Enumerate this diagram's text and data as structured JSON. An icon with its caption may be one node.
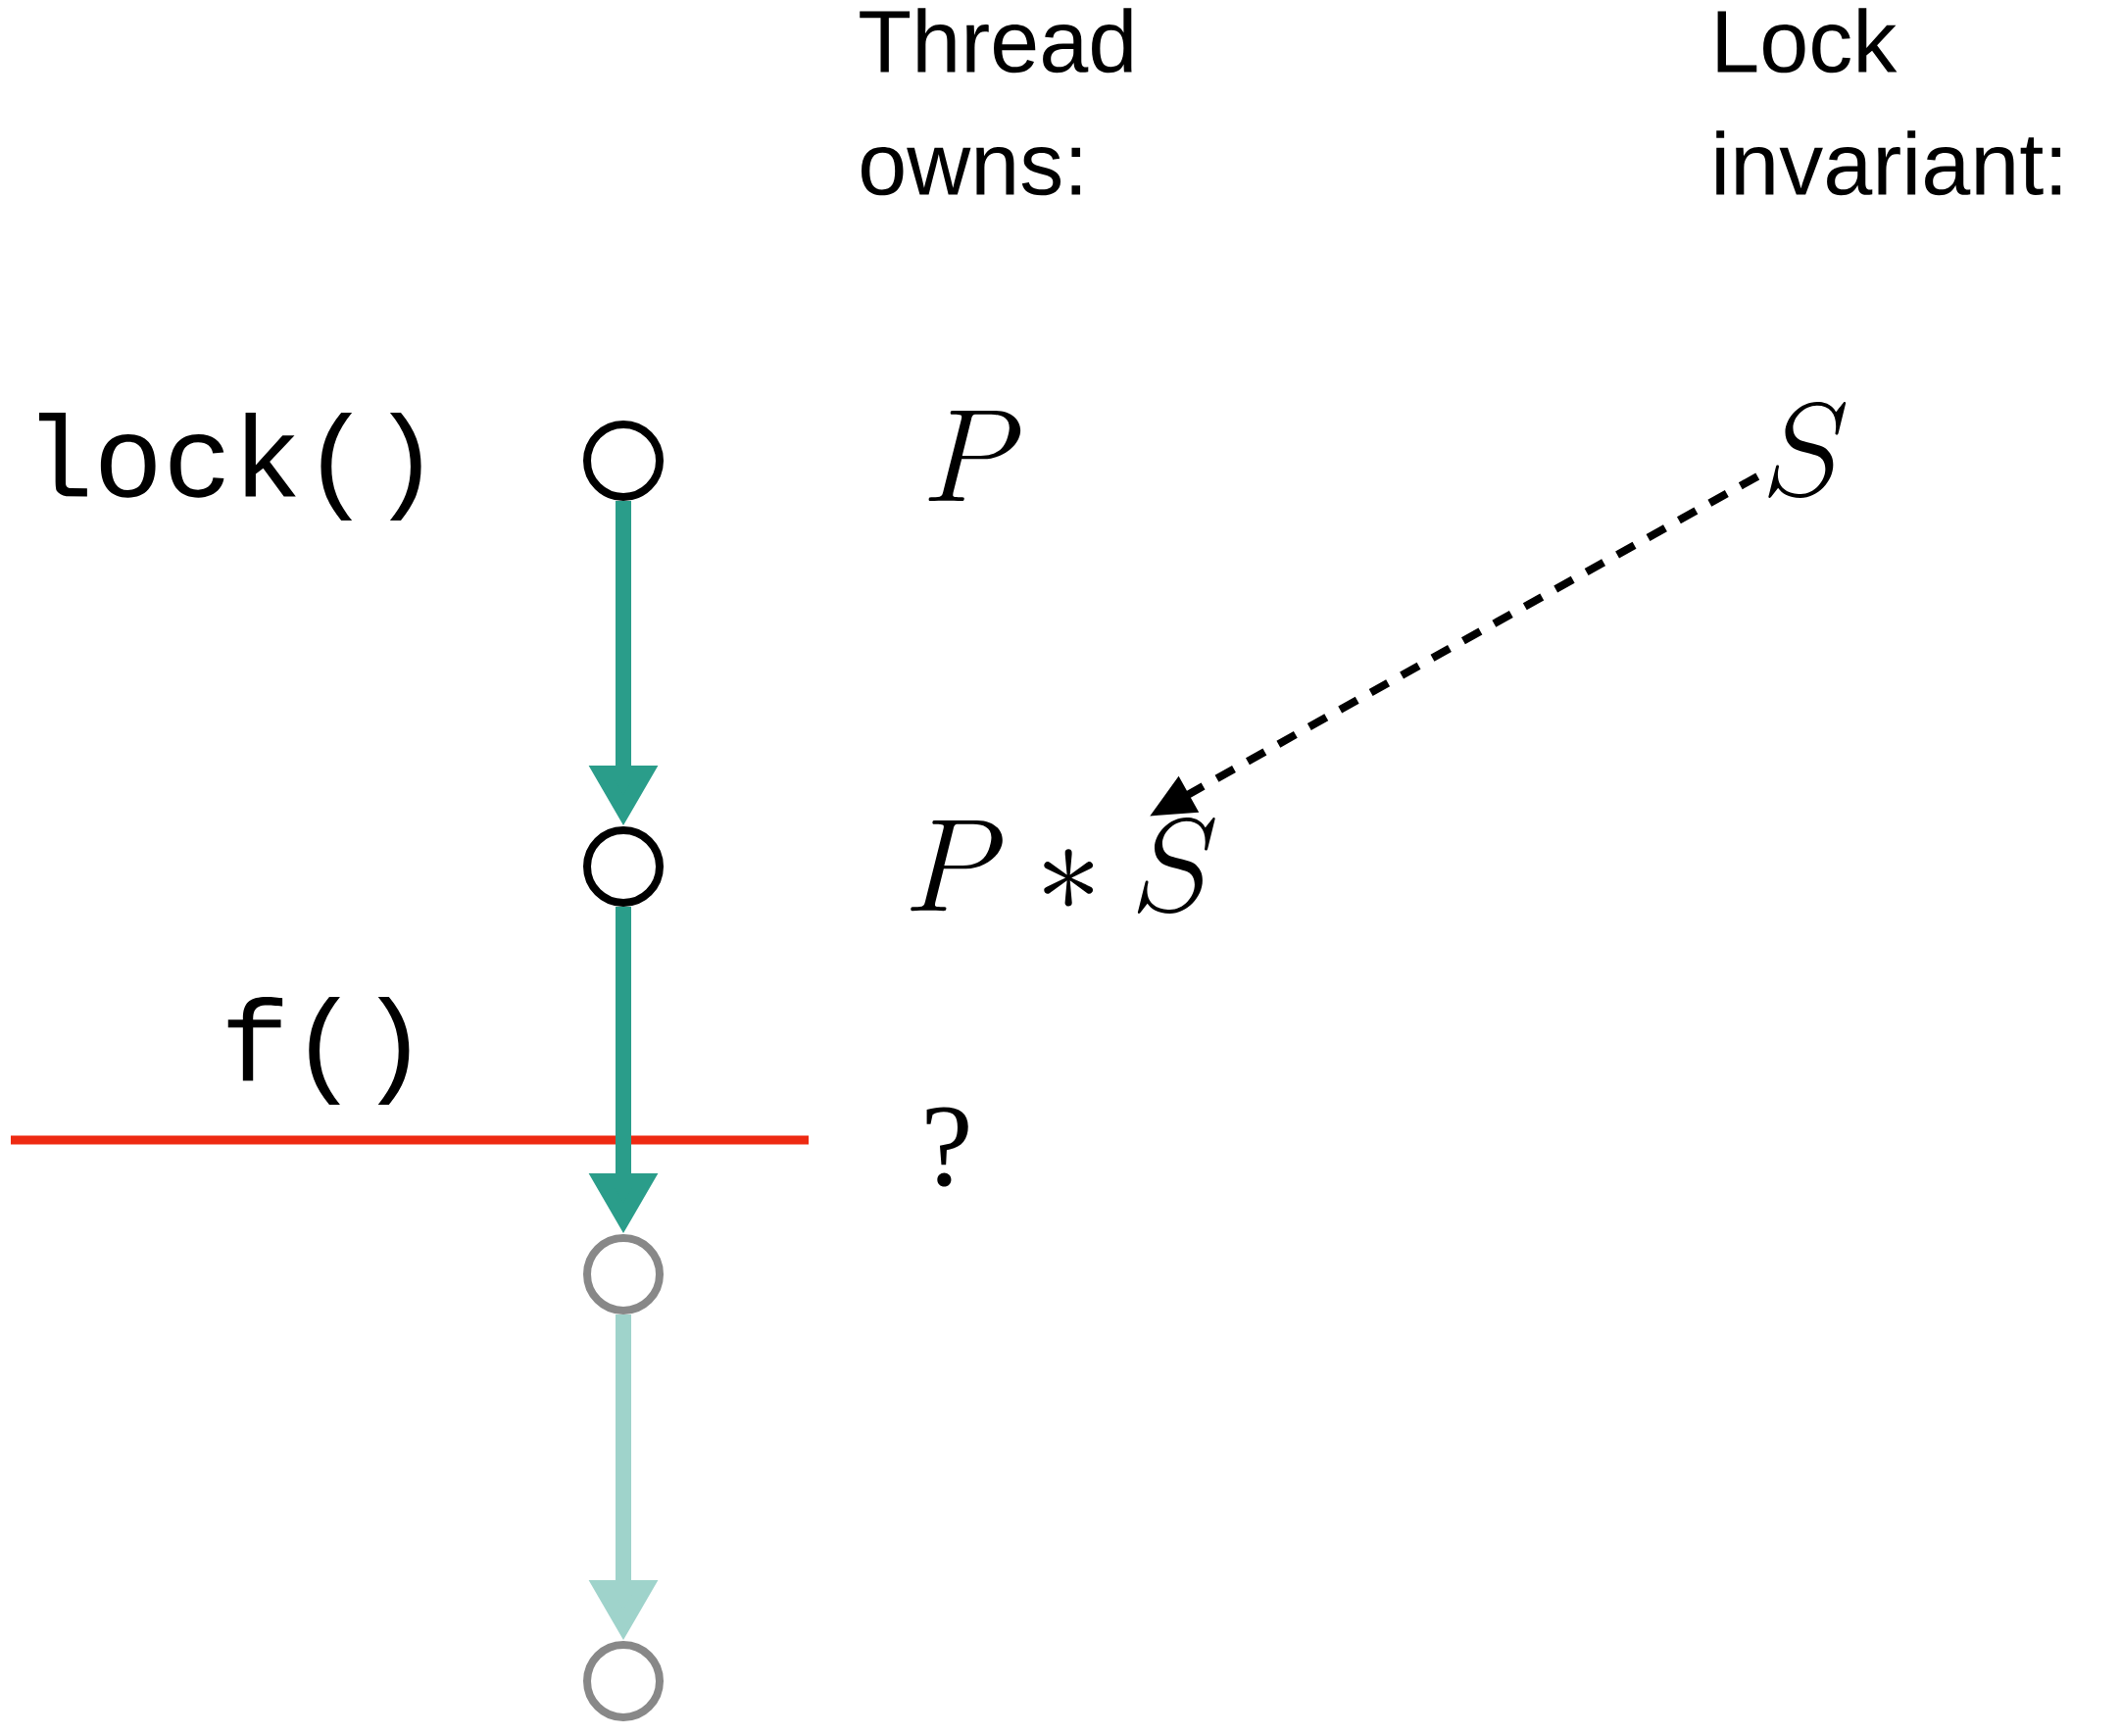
{
  "diagram": {
    "nodes": [
      {
        "text": [],
        "shape": "circle"
      },
      {
        "text": [],
        "shape": "circle"
      },
      {
        "text": [],
        "shape": "circle"
      },
      {
        "text": [],
        "shape": "circle"
      },
      {
        "text": [
          "P * S"
        ]
      },
      {
        "text": [
          "S"
        ]
      }
    ],
    "edges": [
      {
        "from": 0,
        "to": 1,
        "arrow": "to",
        "color": "#2a9d8a"
      },
      {
        "from": 1,
        "to": 2,
        "arrow": "to",
        "color": "#2a9d8a"
      },
      {
        "from": 2,
        "to": 3,
        "arrow": "to",
        "color": "#9fd3cb"
      },
      {
        "from": 5,
        "to": 4,
        "arrow": "to",
        "style": "dashed",
        "color": "#000000"
      }
    ],
    "labels": [
      "Thread owns:",
      "Lock invariant:",
      "lock()",
      "P",
      "f()",
      "?"
    ]
  }
}
